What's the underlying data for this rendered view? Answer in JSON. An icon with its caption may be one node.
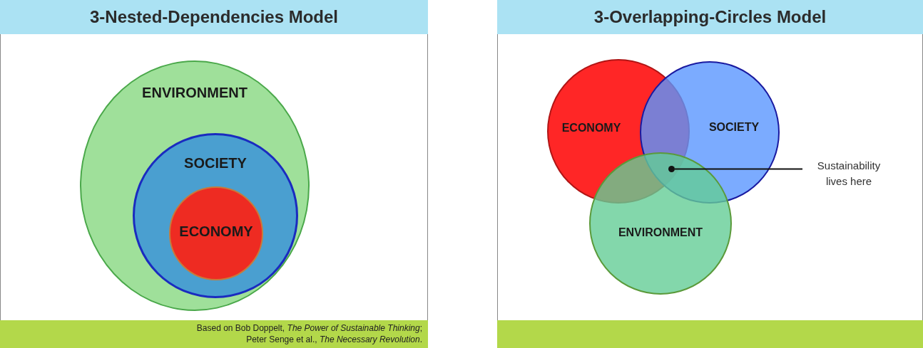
{
  "diagram": {
    "nodes": [
      {
        "text": [
          "3-Nested-Dependencies Model"
        ]
      },
      {
        "text": [
          "ENVIRONMENT"
        ]
      },
      {
        "text": [
          "SOCIETY"
        ],
        "in": 1
      },
      {
        "text": [
          "ECONOMY"
        ],
        "in": 2
      },
      {
        "text": [
          "Based on Bob Doppelt, *The Power of Sustainable Thinking*; Peter Senge et al., *The Necessary Revolution*."
        ]
      },
      {
        "text": [
          "3-Overlapping-Circles Model"
        ]
      },
      {
        "text": [
          "ECONOMY"
        ]
      },
      {
        "text": [
          "SOCIETY"
        ]
      },
      {
        "text": [
          "ENVIRONMENT"
        ]
      },
      {
        "text": [
          "Sustainability lives here"
        ]
      },
      {
        "text": [],
        "shape": "bar"
      },
      {
        "text": [],
        "shape": "circle"
      }
    ],
    "edges": [
      {
        "from": 9,
        "to": 11,
        "arrow": "none"
      }
    ]
  }
}
